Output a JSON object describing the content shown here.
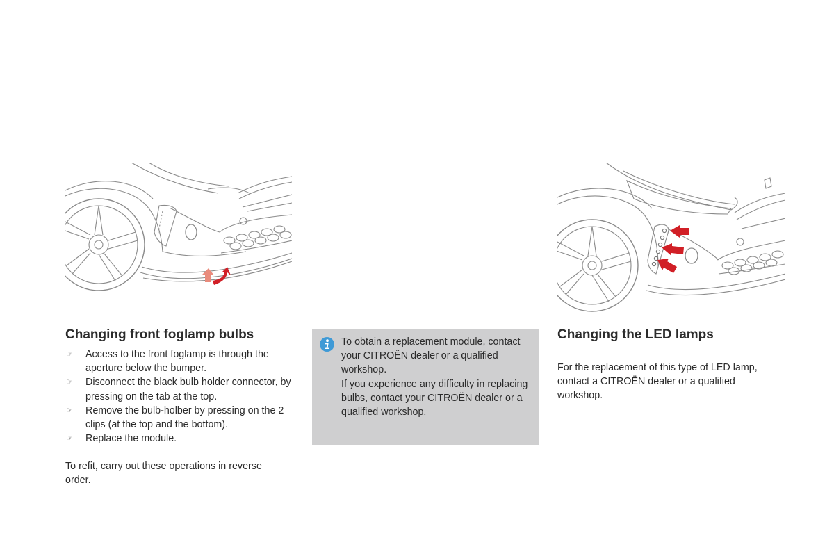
{
  "left_section": {
    "heading": "Changing front foglamp bulbs",
    "bullet_icon": "pointing-hand-icon",
    "steps": [
      "Access to the front foglamp is through the aperture below the bumper.",
      "Disconnect the black bulb holder connector, by pressing on the tab at the top.",
      "Remove the bulb-holber by pressing on the 2 clips (at the top and the bottom).",
      "Replace the module."
    ],
    "refit_note": "To refit, carry out these operations in reverse order."
  },
  "info_box": {
    "icon": "info-icon",
    "paragraphs": [
      "To obtain a replacement module, contact your CITROËN dealer or a qualified workshop.",
      "If you experience any difficulty in replacing bulbs, contact your CITROËN dealer or a qualified workshop."
    ],
    "background_color": "#cfcfd0",
    "icon_color": "#3f9ad6"
  },
  "right_section": {
    "heading": "Changing the LED lamps",
    "text": "For the replacement of this type of LED lamp, contact a CITROËN dealer or a qualified workshop."
  },
  "colors": {
    "text": "#2b2b2b",
    "arrow_red": "#d11f26",
    "arrow_salmon": "#e98b7c",
    "line_art": "#8a8a8a"
  }
}
